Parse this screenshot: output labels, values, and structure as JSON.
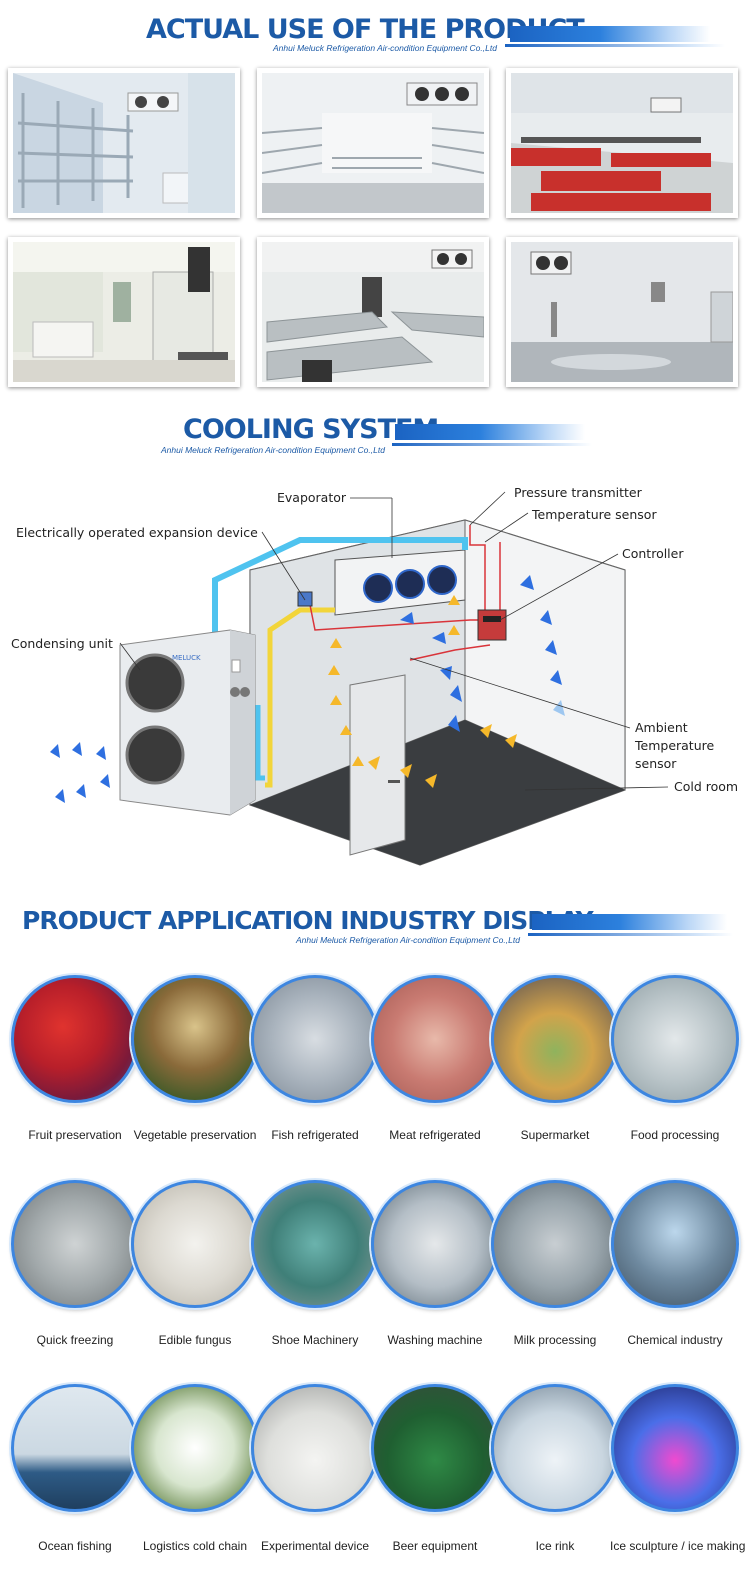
{
  "section1": {
    "title": "ACTUAL USE OF THE PRODUCT",
    "subtitle": "Anhui Meluck Refrigeration Air-condition Equipment Co.,Ltd"
  },
  "section2": {
    "title": "COOLING SYSTEM",
    "subtitle": "Anhui Meluck Refrigeration Air-condition Equipment Co.,Ltd"
  },
  "diagram": {
    "evaporator": "Evaporator",
    "pressure_transmitter": "Pressure transmitter",
    "temperature_sensor": "Temperature sensor",
    "expansion_device": "Electrically operated expansion device",
    "controller": "Controller",
    "condensing_unit": "Condensing unit",
    "ambient_1": "Ambient",
    "ambient_2": "Temperature",
    "ambient_3": "sensor",
    "cold_room": "Cold room",
    "brand": "MELUCK"
  },
  "section3": {
    "title": "PRODUCT APPLICATION INDUSTRY DISPLAY",
    "subtitle": "Anhui Meluck Refrigeration Air-condition Equipment Co.,Ltd"
  },
  "applications": [
    "Fruit preservation",
    "Vegetable preservation",
    "Fish refrigerated",
    "Meat refrigerated",
    "Supermarket",
    "Food processing",
    "Quick freezing",
    "Edible fungus",
    "Shoe Machinery",
    "Washing machine",
    "Milk processing",
    "Chemical industry",
    "Ocean fishing",
    "Logistics cold chain",
    "Experimental device",
    "Beer equipment",
    "Ice rink",
    "Ice sculpture / ice making"
  ],
  "colors": {
    "brand_blue": "#1c5aa6",
    "circle_border": "#3d86e0",
    "cold_air": "#2e6fe0",
    "warm_air": "#f5b82a",
    "pipe_cold": "#4fc3ef",
    "pipe_warm": "#f2d53a",
    "wire": "#d9343a"
  }
}
